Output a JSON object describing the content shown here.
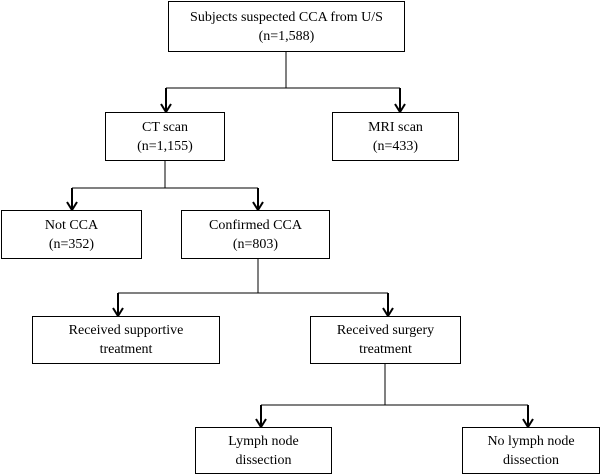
{
  "flowchart": {
    "root": {
      "line1": "Subjects suspected CCA from U/S",
      "line2": "(n=1,588)"
    },
    "ct": {
      "line1": "CT scan",
      "line2": "(n=1,155)"
    },
    "mri": {
      "line1": "MRI scan",
      "line2": "(n=433)"
    },
    "not_cca": {
      "line1": "Not CCA",
      "line2": "(n=352)"
    },
    "confirmed": {
      "line1": "Confirmed CCA",
      "line2": "(n=803)"
    },
    "supportive": {
      "line1": "Received supportive",
      "line2": "treatment"
    },
    "surgery": {
      "line1": "Received surgery",
      "line2": "treatment"
    },
    "lymph": {
      "line1": "Lymph node",
      "line2": "dissection"
    },
    "no_lymph": {
      "line1": "No lymph node",
      "line2": "dissection"
    }
  },
  "colors": {
    "line": "#000000",
    "box_fill": "#ffffff",
    "text": "#000000"
  }
}
